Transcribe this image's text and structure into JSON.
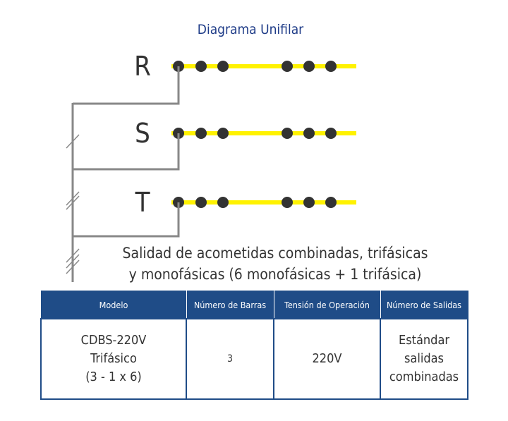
{
  "title": "Diagrama Unifilar",
  "phases": [
    "R",
    "S",
    "T"
  ],
  "subtitle": {
    "line1": "Salidad de acometidas combinadas, trifásicas",
    "line2": "y monofásicas (6 monofásicas +  1 trifásica)"
  },
  "table": {
    "headers": [
      "Modelo",
      "Número de Barras",
      "Tensión de Operación",
      "Número de Salidas"
    ],
    "row": {
      "modelo": [
        "CDBS-220V",
        "Trifásico",
        "(3 - 1 x 6)"
      ],
      "barras": "3",
      "tension": "220V",
      "salidas": [
        "Estándar",
        "salidas",
        "combinadas"
      ]
    }
  },
  "colors": {
    "bus": "#fff200",
    "dot": "#333333",
    "wire": "#888888",
    "header": "#1f4c87",
    "title": "#1f3c88"
  }
}
